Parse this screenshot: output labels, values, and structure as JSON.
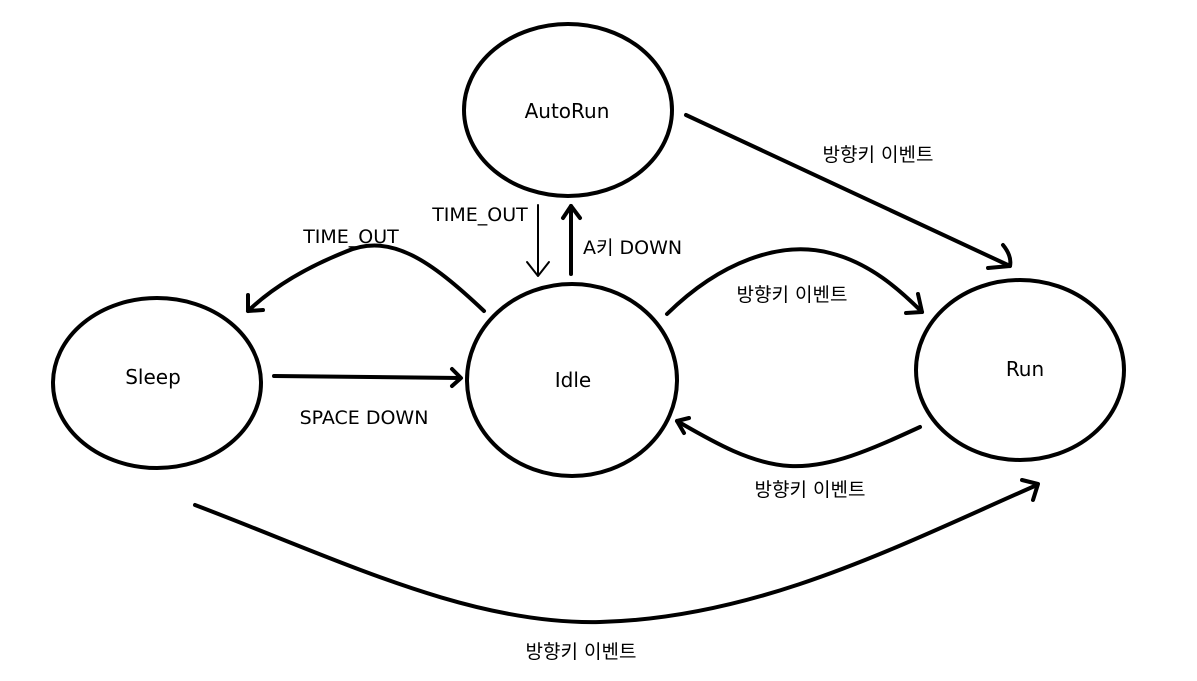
{
  "diagram": {
    "states": {
      "autorun": "AutoRun",
      "sleep": "Sleep",
      "idle": "Idle",
      "run": "Run"
    },
    "transitions": {
      "autorun_to_run": "방향키 이벤트",
      "autorun_to_idle": "TIME_OUT",
      "idle_to_autorun": "A키 DOWN",
      "idle_to_sleep": "TIME_OUT",
      "sleep_to_idle": "SPACE DOWN",
      "idle_to_run": "방향키 이벤트",
      "run_to_idle": "방향키 이벤트",
      "sleep_to_run": "방향키 이벤트"
    }
  }
}
